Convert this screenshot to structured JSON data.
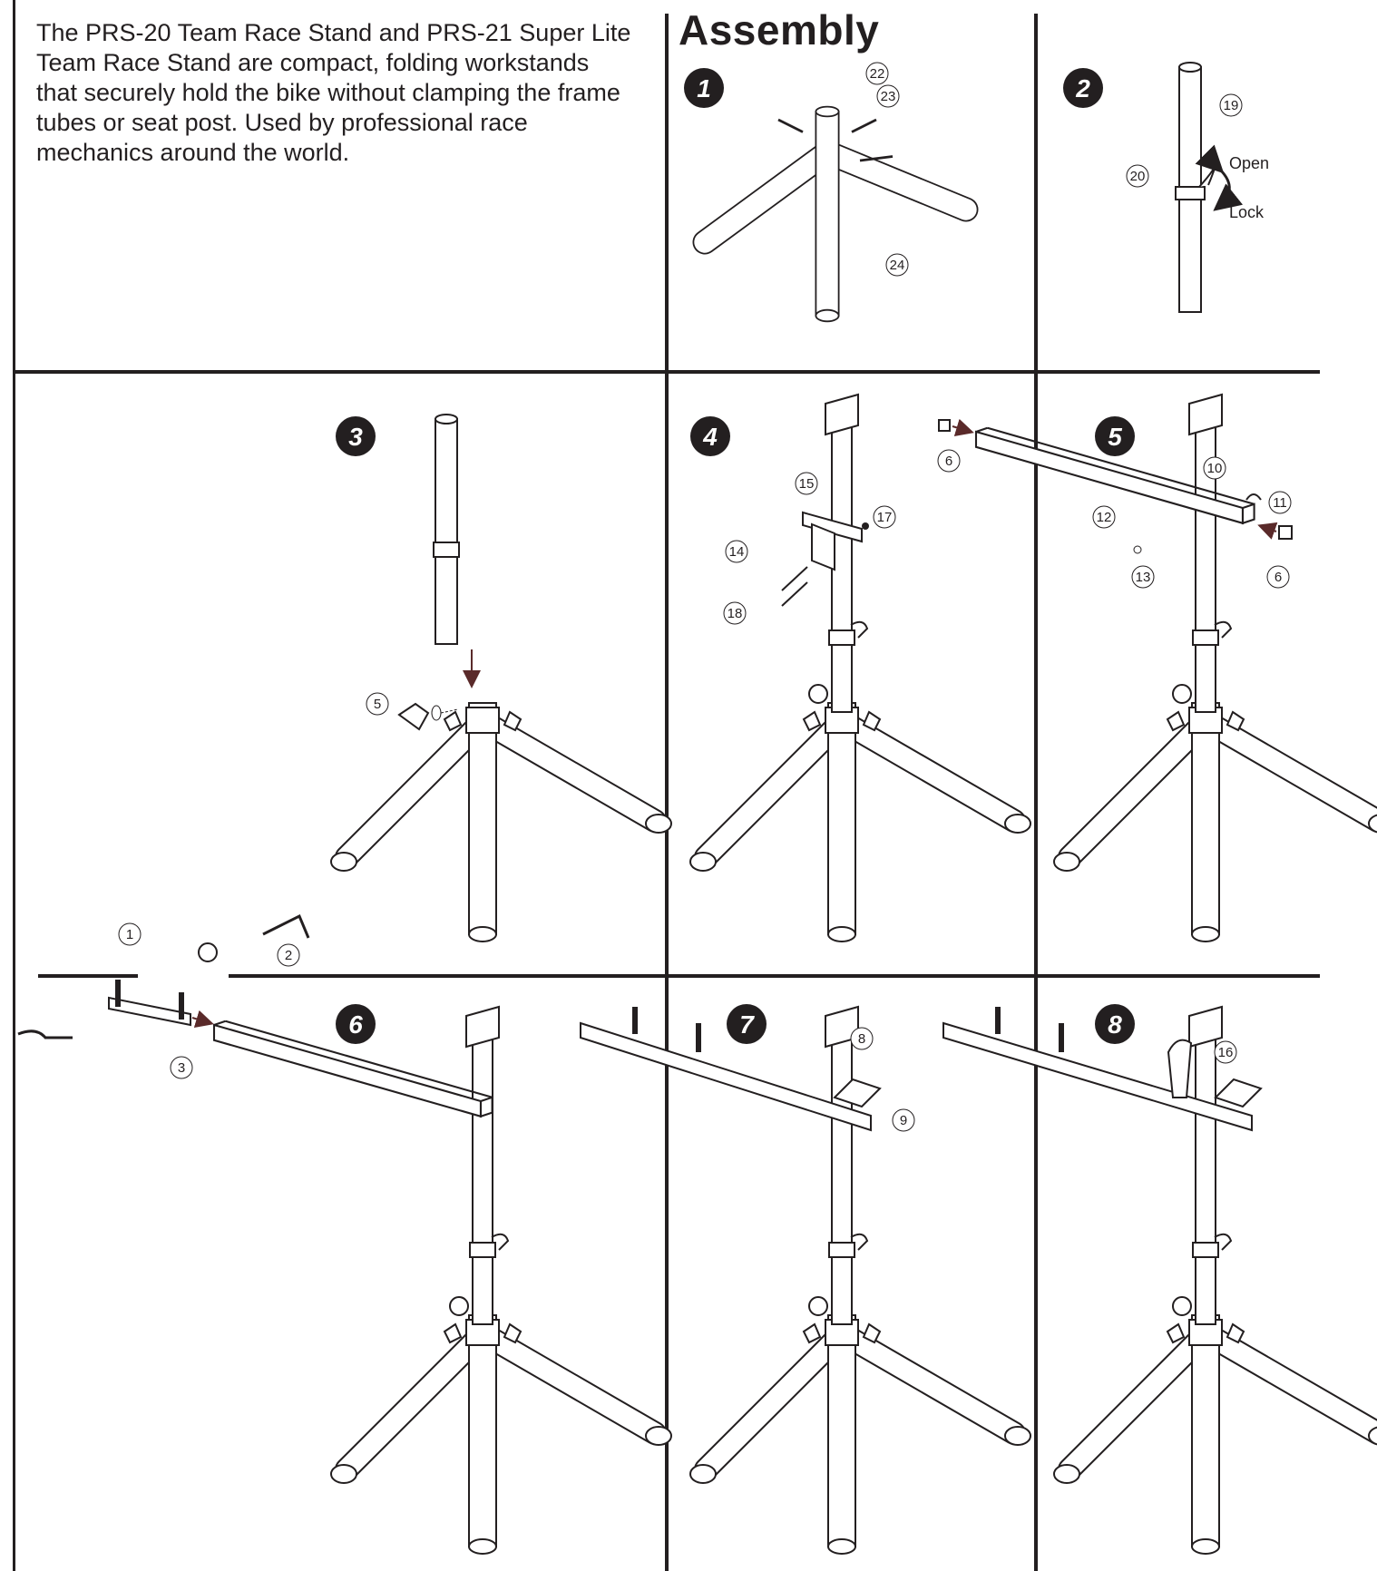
{
  "document": {
    "intro_text": "The PRS-20 Team Race Stand and PRS-21 Super Lite Team Race Stand are compact, folding workstands that securely hold the bike without clamping  the frame tubes or seat post. Used by professional race mechanics around the world.",
    "title": "Assembly"
  },
  "steps": [
    {
      "number": "1",
      "callouts": [
        "22",
        "23",
        "24"
      ]
    },
    {
      "number": "2",
      "callouts": [
        "19",
        "20"
      ],
      "labels": {
        "open": "Open",
        "lock": "Lock"
      }
    },
    {
      "number": "3",
      "callouts": [
        "5"
      ]
    },
    {
      "number": "4",
      "callouts": [
        "15",
        "17",
        "14",
        "18"
      ]
    },
    {
      "number": "5",
      "callouts": [
        "6",
        "10",
        "11",
        "12",
        "13",
        "6"
      ]
    },
    {
      "number": "6",
      "callouts": [
        "1",
        "2",
        "3"
      ]
    },
    {
      "number": "7",
      "callouts": [
        "8",
        "9"
      ]
    },
    {
      "number": "8",
      "callouts": [
        "16"
      ]
    }
  ]
}
